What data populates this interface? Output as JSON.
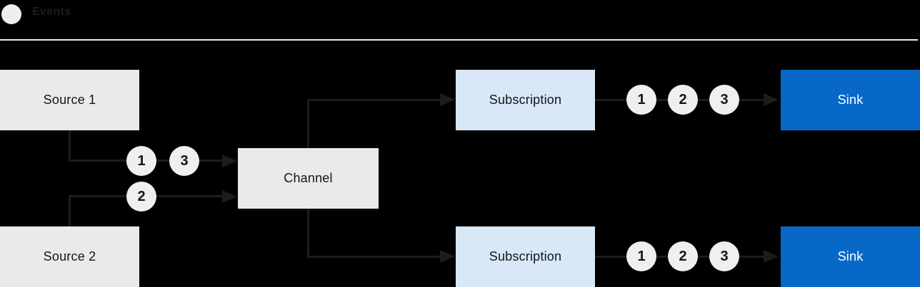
{
  "legend": {
    "label": "Events"
  },
  "colors": {
    "background": "#000000",
    "box_gray": "#eaeaea",
    "box_light_blue": "#d8e8f7",
    "box_blue": "#0868c8",
    "line": "#1c1c1c",
    "divider": "#ececec",
    "circle_fill": "#efefef",
    "text_dark": "#151515",
    "text_light": "#ffffff"
  },
  "nodes": {
    "source1": {
      "label": "Source 1"
    },
    "source2": {
      "label": "Source 2"
    },
    "channel": {
      "label": "Channel"
    },
    "subscription_top": {
      "label": "Subscription"
    },
    "subscription_bottom": {
      "label": "Subscription"
    },
    "sink_top": {
      "label": "Sink"
    },
    "sink_bottom": {
      "label": "Sink"
    }
  },
  "events": {
    "source1_to_channel": [
      "1",
      "3"
    ],
    "source2_to_channel": [
      "2"
    ],
    "subscription_top_to_sink": [
      "1",
      "2",
      "3"
    ],
    "subscription_bottom_to_sink": [
      "1",
      "2",
      "3"
    ]
  }
}
